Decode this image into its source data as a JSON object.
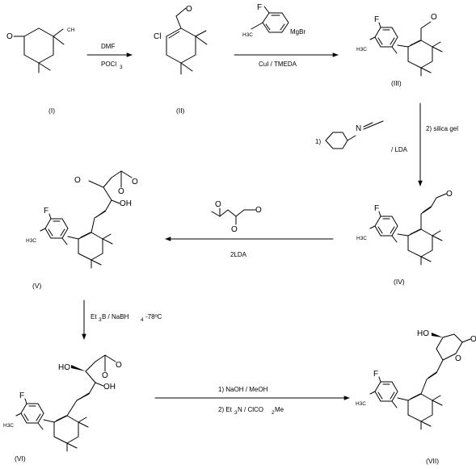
{
  "atoms": {
    "O": "O",
    "Cl": "Cl",
    "F": "F",
    "H": "H",
    "N": "N",
    "C": "C",
    "3": "3",
    "2": "2",
    "MgBr": "MgBr",
    "HO": "HO",
    "OH": "OH"
  },
  "compound_labels": [
    "(I)",
    "(II)",
    "(III)",
    "(IV)",
    "(V)",
    "(VI)",
    "(VII)"
  ],
  "reactions": {
    "r1": {
      "top": "DMF",
      "bottom_main": "POCl",
      "bottom_sub": "3"
    },
    "r2": {
      "bottom": "CuI / TMEDA"
    },
    "r3": {
      "step1": "1)",
      "step2": "2) silica gel",
      "under": "/ LDA"
    },
    "r4": {
      "bottom": "2LDA"
    },
    "r5": {
      "part1": "Et",
      "part1_sub": "3",
      "part2": "B / NaBH",
      "part2_sub": "4",
      "part3": "-78ºC"
    },
    "r6": {
      "line1": "1) NaOH / MeOH",
      "line2_a": "2) Et",
      "line2_sub1": "3",
      "line2_b": "N / ClCO",
      "line2_sub2": "2",
      "line2_c": "Me"
    }
  }
}
